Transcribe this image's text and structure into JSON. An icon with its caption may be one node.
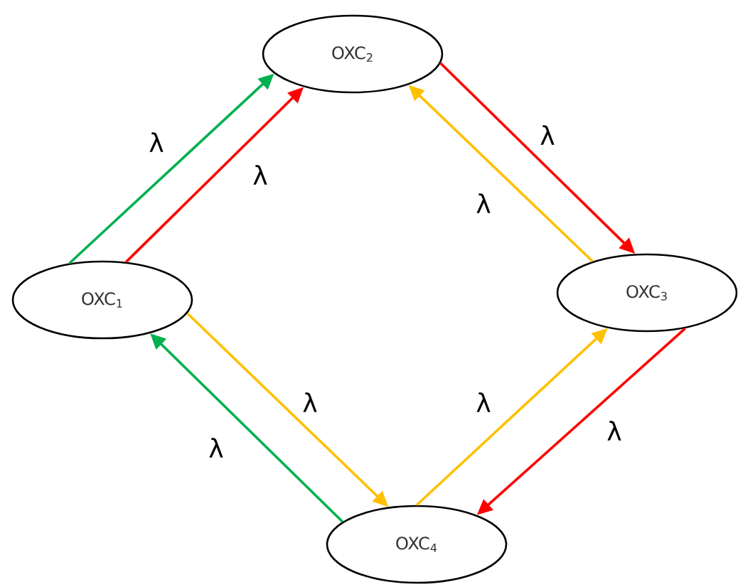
{
  "diagram": {
    "nodes": [
      {
        "text": [
          "OXC$_{2}$"
        ]
      },
      {
        "text": [
          "OXC$_{1}$"
        ]
      },
      {
        "text": [
          "OXC$_{3}$"
        ]
      },
      {
        "text": [
          "OXC$_{4}$"
        ]
      }
    ],
    "edges": [
      {
        "from": 1,
        "to": 0,
        "arrow": "to",
        "label": "λ",
        "color": "#00b050"
      },
      {
        "from": 1,
        "to": 0,
        "arrow": "to",
        "label": "λ",
        "color": "#ff0000"
      },
      {
        "from": 0,
        "to": 2,
        "arrow": "to",
        "label": "λ",
        "color": "#ff0000"
      },
      {
        "from": 2,
        "to": 0,
        "arrow": "to",
        "label": "λ",
        "color": "#ffc000"
      },
      {
        "from": 1,
        "to": 3,
        "arrow": "to",
        "label": "λ",
        "color": "#ffc000"
      },
      {
        "from": 3,
        "to": 1,
        "arrow": "to",
        "label": "λ",
        "color": "#00b050"
      },
      {
        "from": 3,
        "to": 2,
        "arrow": "to",
        "label": "λ",
        "color": "#ffc000"
      },
      {
        "from": 2,
        "to": 3,
        "arrow": "to",
        "label": "λ",
        "color": "#ff0000"
      }
    ]
  }
}
